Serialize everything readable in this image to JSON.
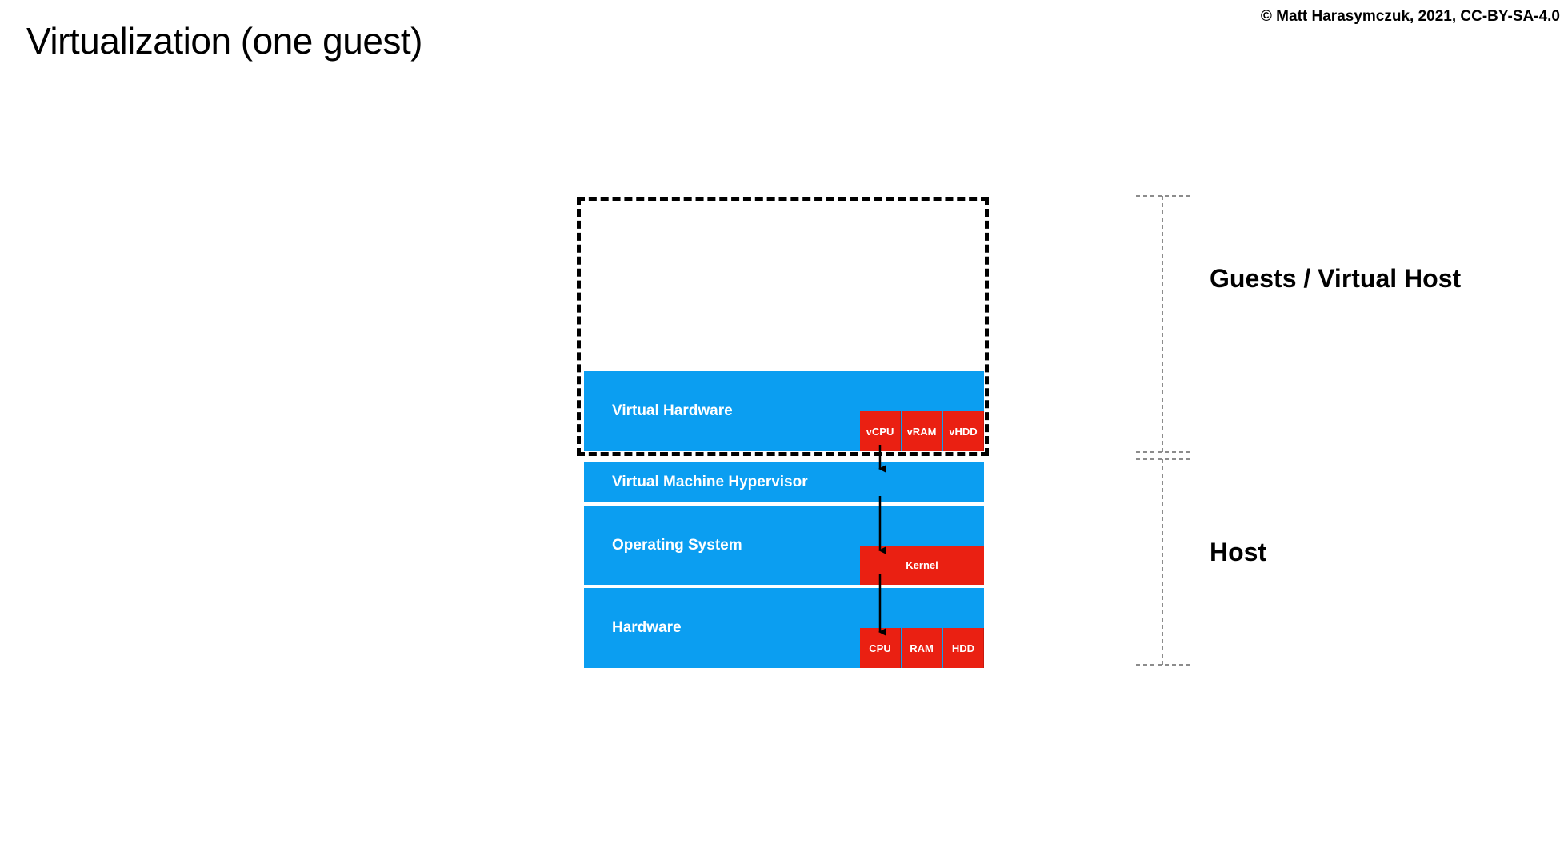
{
  "slide": {
    "title": "Virtualization (one guest)",
    "copyright": "© Matt Harasymczuk, 2021, CC-BY-SA-4.0"
  },
  "layers": {
    "virtual_hardware": {
      "label": "Virtual Hardware",
      "chips": [
        "vCPU",
        "vRAM",
        "vHDD"
      ]
    },
    "hypervisor": {
      "label": "Virtual Machine Hypervisor"
    },
    "operating_system": {
      "label": "Operating System",
      "chips": [
        "Kernel"
      ]
    },
    "hardware": {
      "label": "Hardware",
      "chips": [
        "CPU",
        "RAM",
        "HDD"
      ]
    }
  },
  "brackets": {
    "guests_label": "Guests / Virtual Host",
    "host_label": "Host"
  },
  "colors": {
    "layer_blue": "#0b9ef1",
    "chip_red": "#ea2012",
    "text_white": "#ffffff",
    "text_black": "#000000"
  }
}
